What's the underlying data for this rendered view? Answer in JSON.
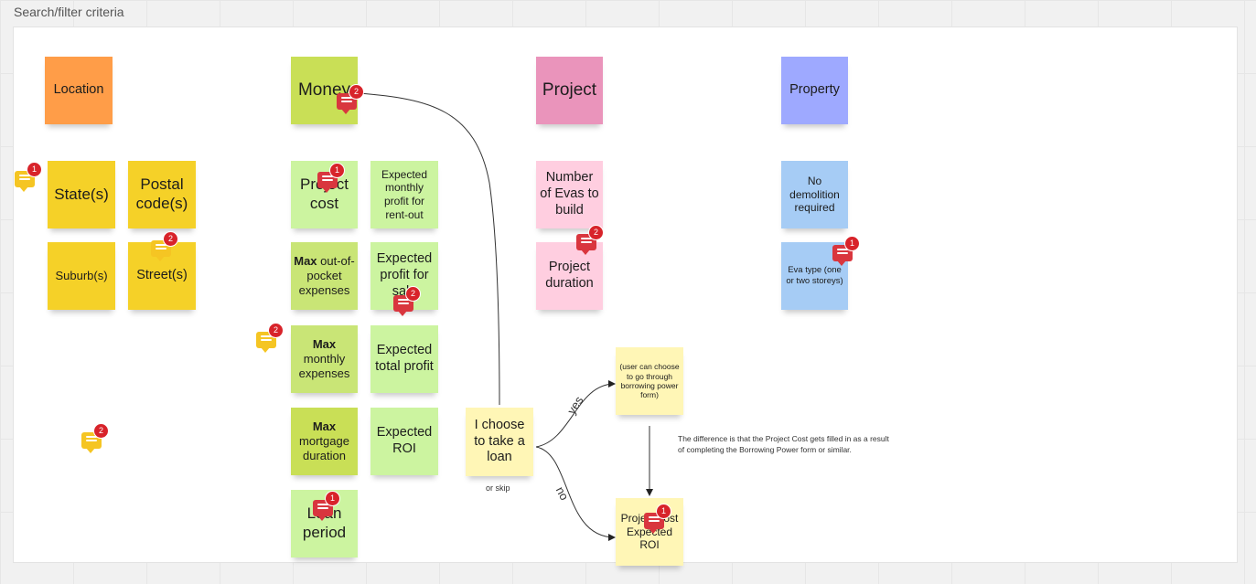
{
  "frame_title": "Search/filter criteria",
  "notes": {
    "location": "Location",
    "money": "Money",
    "project": "Project",
    "property": "Property",
    "state": "State(s)",
    "postal": "Postal code(s)",
    "suburb": "Suburb(s)",
    "street": "Street(s)",
    "project_cost": "Project cost",
    "expected_monthly": "Expected monthly profit for rent-out",
    "max_oop_bold": "Max",
    "max_oop_rest": " out-of-pocket expenses",
    "expected_sale": "Expected profit for sale",
    "max_monthly_bold": "Max",
    "max_monthly_rest": "monthly expenses",
    "expected_total": "Expected total profit",
    "max_mortgage_bold": "Max",
    "max_mortgage_rest": "mortgage duration",
    "expected_roi": "Expected ROI",
    "loan_period": "Loan period",
    "loan_choice": "I choose to take a loan",
    "number_evas": "Number of Evas to build",
    "project_duration": "Project duration",
    "no_demolition": "No demolition required",
    "eva_type": "Eva type (one or two storeys)",
    "borrowing": "(user can choose to go through borrowing power form)",
    "project_cost_roi": "Project cost Expected ROI"
  },
  "labels": {
    "or_skip": "or skip",
    "yes": "yes",
    "no": "no",
    "difference": "The difference is that the Project Cost gets filled in as a result of completing the Borrowing Power form or similar."
  },
  "comments": {
    "c1": "1",
    "c2": "2",
    "c3": "1",
    "c4": "2",
    "c5": "2",
    "c6": "2",
    "c7": "2",
    "c8": "1",
    "c9": "2",
    "c10": "1",
    "c11": "1"
  },
  "colors": {
    "orange": "#ff9d48",
    "green": "#c9df56",
    "pink": "#ea94bb",
    "purple": "#9ea9ff",
    "yellow": "#f5d128",
    "light_green": "#ccf4a0",
    "light_pink": "#ffcee0",
    "blue": "#a6ccf5",
    "light_yellow": "#fff6b6",
    "comment_red": "#d9363e"
  }
}
